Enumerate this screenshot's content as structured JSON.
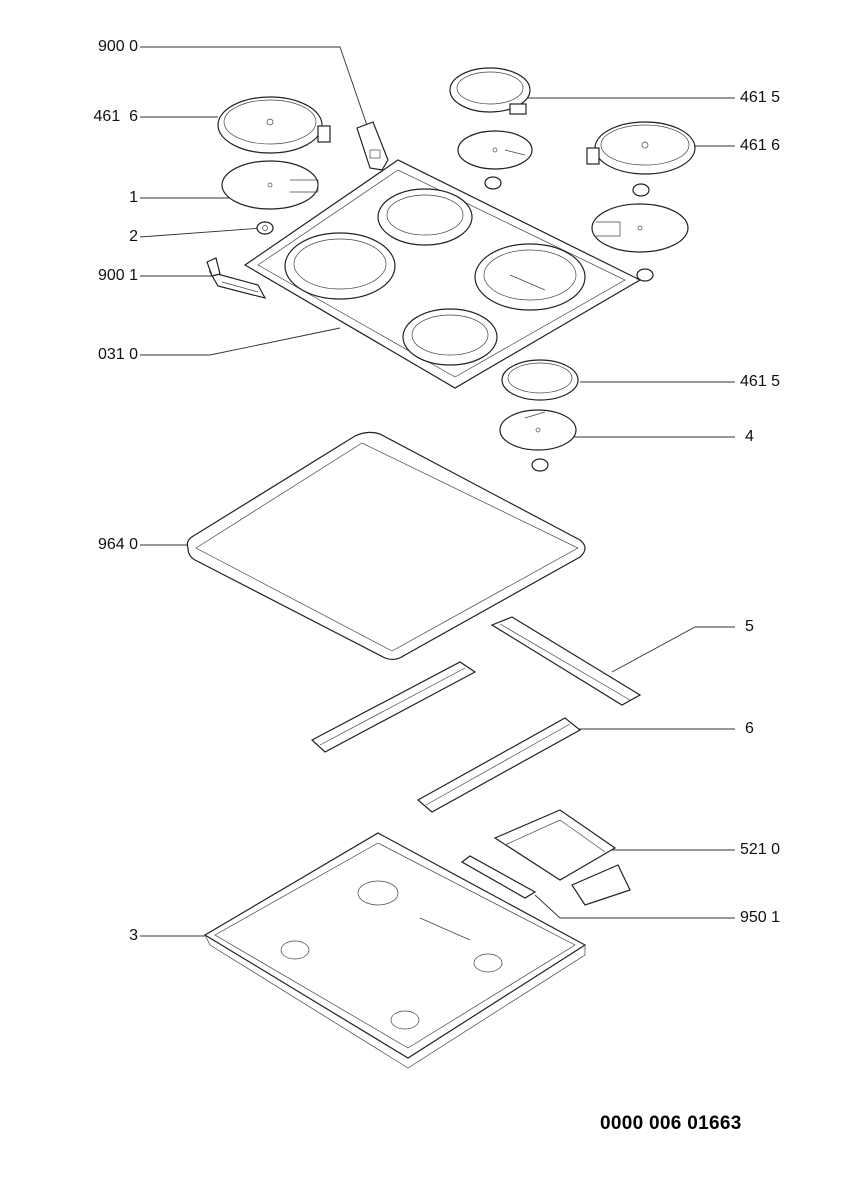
{
  "drawing": {
    "document_number": "0000 006 01663",
    "callouts": {
      "part_900_0": "900 0",
      "part_461_6_left": "461  6",
      "part_1": "1",
      "part_2": "2",
      "part_900_1": "900 1",
      "part_031_0": "031 0",
      "part_964_0": "964 0",
      "part_3": "3",
      "part_461_5_top": "461 5",
      "part_461_6_right": "461 6",
      "part_461_5_mid": "461 5",
      "part_4": "4",
      "part_5": "5",
      "part_6": "6",
      "part_521_0": "521 0",
      "part_950_1": "950 1"
    }
  }
}
